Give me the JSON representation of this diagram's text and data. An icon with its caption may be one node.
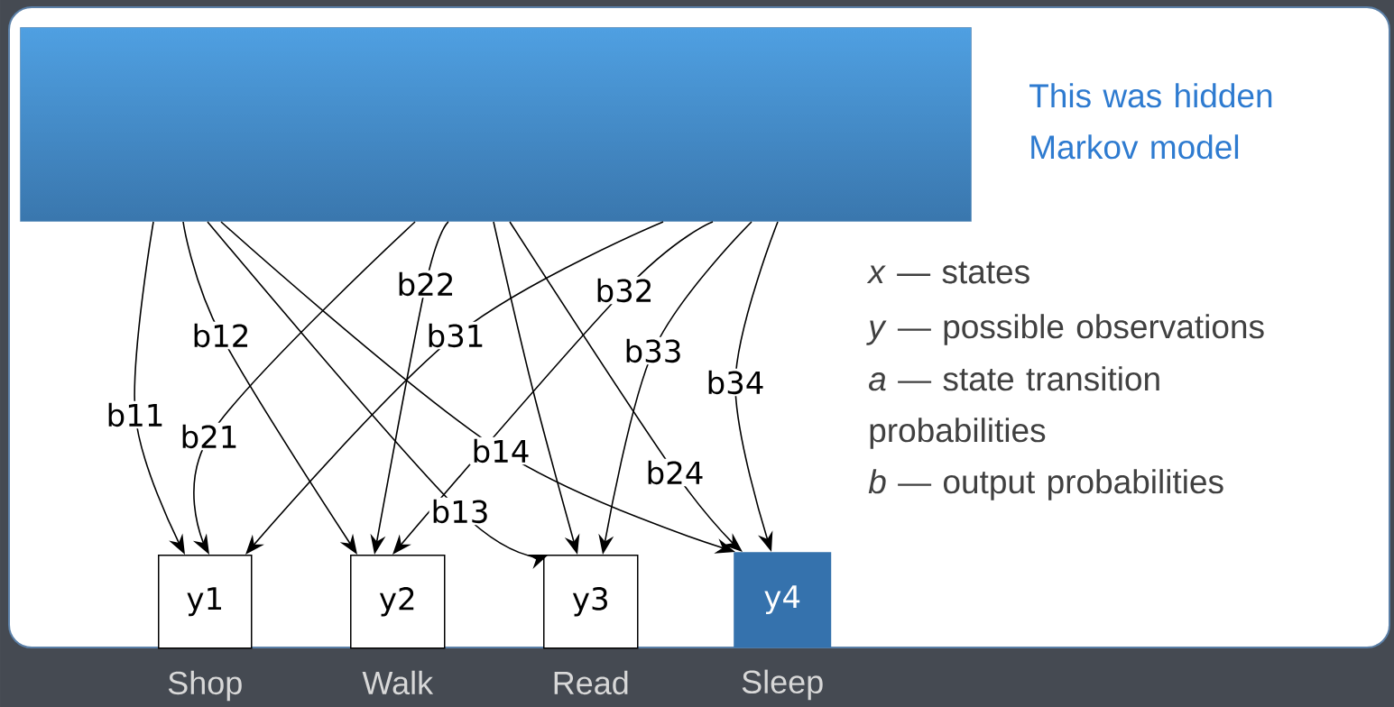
{
  "diagram": {
    "nodes": [
      {
        "text": [],
        "shape": "box"
      },
      {
        "text": [
          "y1"
        ],
        "beside": [
          "Shop"
        ]
      },
      {
        "text": [
          "y2"
        ],
        "beside": [
          "Walk"
        ]
      },
      {
        "text": [
          "y3"
        ],
        "beside": [
          "Read"
        ]
      },
      {
        "text": [
          "y4"
        ],
        "beside": [
          "Sleep"
        ]
      }
    ],
    "edges": [
      {
        "from": 0,
        "to": 1,
        "arrow": "to",
        "label": "b11"
      },
      {
        "from": 0,
        "to": 2,
        "arrow": "to",
        "label": "b12"
      },
      {
        "from": 0,
        "to": 3,
        "arrow": "to",
        "label": "b13"
      },
      {
        "from": 0,
        "to": 4,
        "arrow": "to",
        "label": "b14"
      },
      {
        "from": 0,
        "to": 1,
        "arrow": "to",
        "label": "b21"
      },
      {
        "from": 0,
        "to": 2,
        "arrow": "to",
        "label": "b22"
      },
      {
        "from": 0,
        "to": 3,
        "arrow": "to"
      },
      {
        "from": 0,
        "to": 4,
        "arrow": "to",
        "label": "b24"
      },
      {
        "from": 0,
        "to": 1,
        "arrow": "to",
        "label": "b31"
      },
      {
        "from": 0,
        "to": 2,
        "arrow": "to",
        "label": "b32"
      },
      {
        "from": 0,
        "to": 3,
        "arrow": "to",
        "label": "b33"
      },
      {
        "from": 0,
        "to": 4,
        "arrow": "to",
        "label": "b34"
      }
    ],
    "labels": [
      "This was hidden Markov model",
      "*x* — states",
      "*y* — possible observations",
      "*a* — state transition probabilities",
      "*b* — output probabilities"
    ]
  }
}
